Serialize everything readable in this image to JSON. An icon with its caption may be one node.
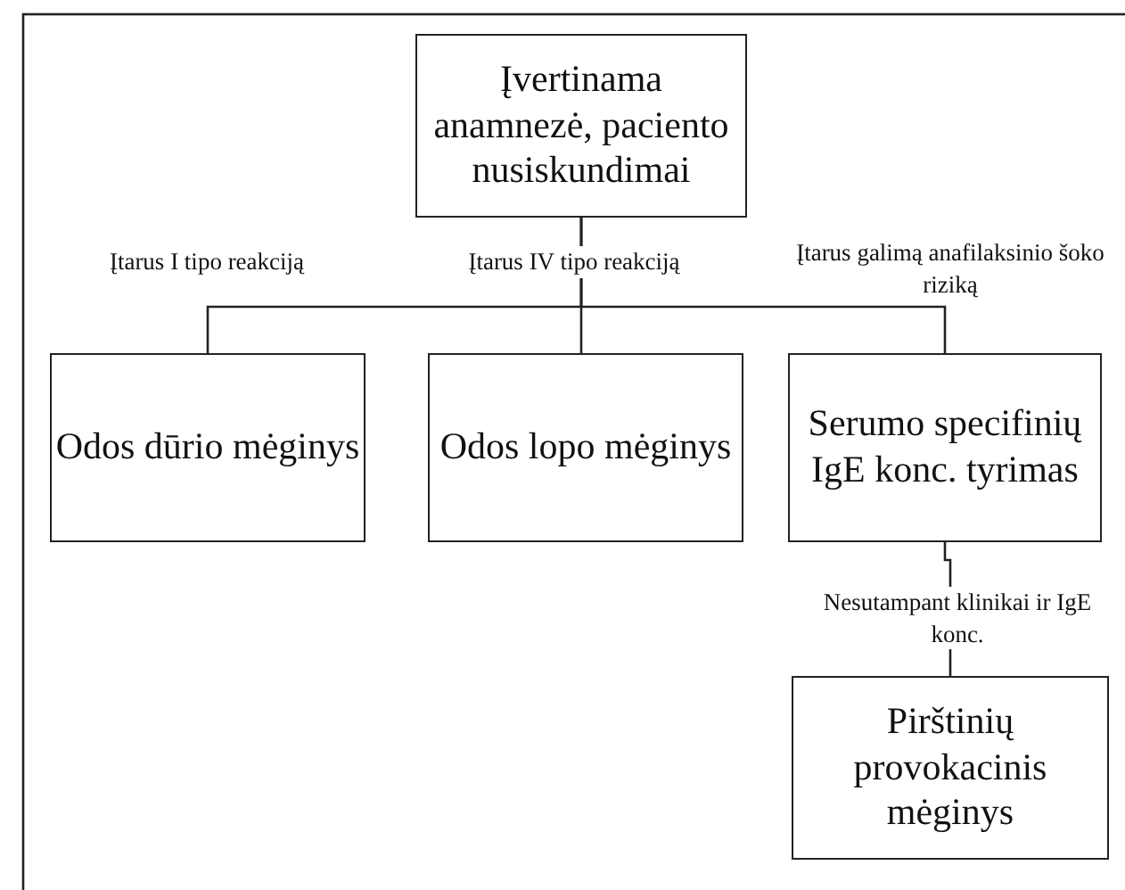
{
  "diagram": {
    "nodes": [
      {
        "text": [
          "Įvertinama anamnezė, paciento nusiskundimai"
        ]
      },
      {
        "text": [
          "Odos dūrio mėginys"
        ]
      },
      {
        "text": [
          "Odos lopo mėginys"
        ]
      },
      {
        "text": [
          "Serumo specifinių IgE konc. tyrimas"
        ]
      },
      {
        "text": [
          "Pirštinių provokacinis mėginys"
        ]
      }
    ],
    "edges": [
      {
        "from": 0,
        "to": 1,
        "arrow": "none",
        "label": "Įtarus I tipo reakciją"
      },
      {
        "from": 0,
        "to": 2,
        "arrow": "none",
        "label": "Įtarus IV tipo reakciją"
      },
      {
        "from": 0,
        "to": 3,
        "arrow": "none",
        "label": "Įtarus galimą anafilaksinio šoko riziką"
      },
      {
        "from": 3,
        "to": 4,
        "arrow": "none",
        "label": "Nesutampant klinikai ir IgE konc."
      }
    ]
  }
}
